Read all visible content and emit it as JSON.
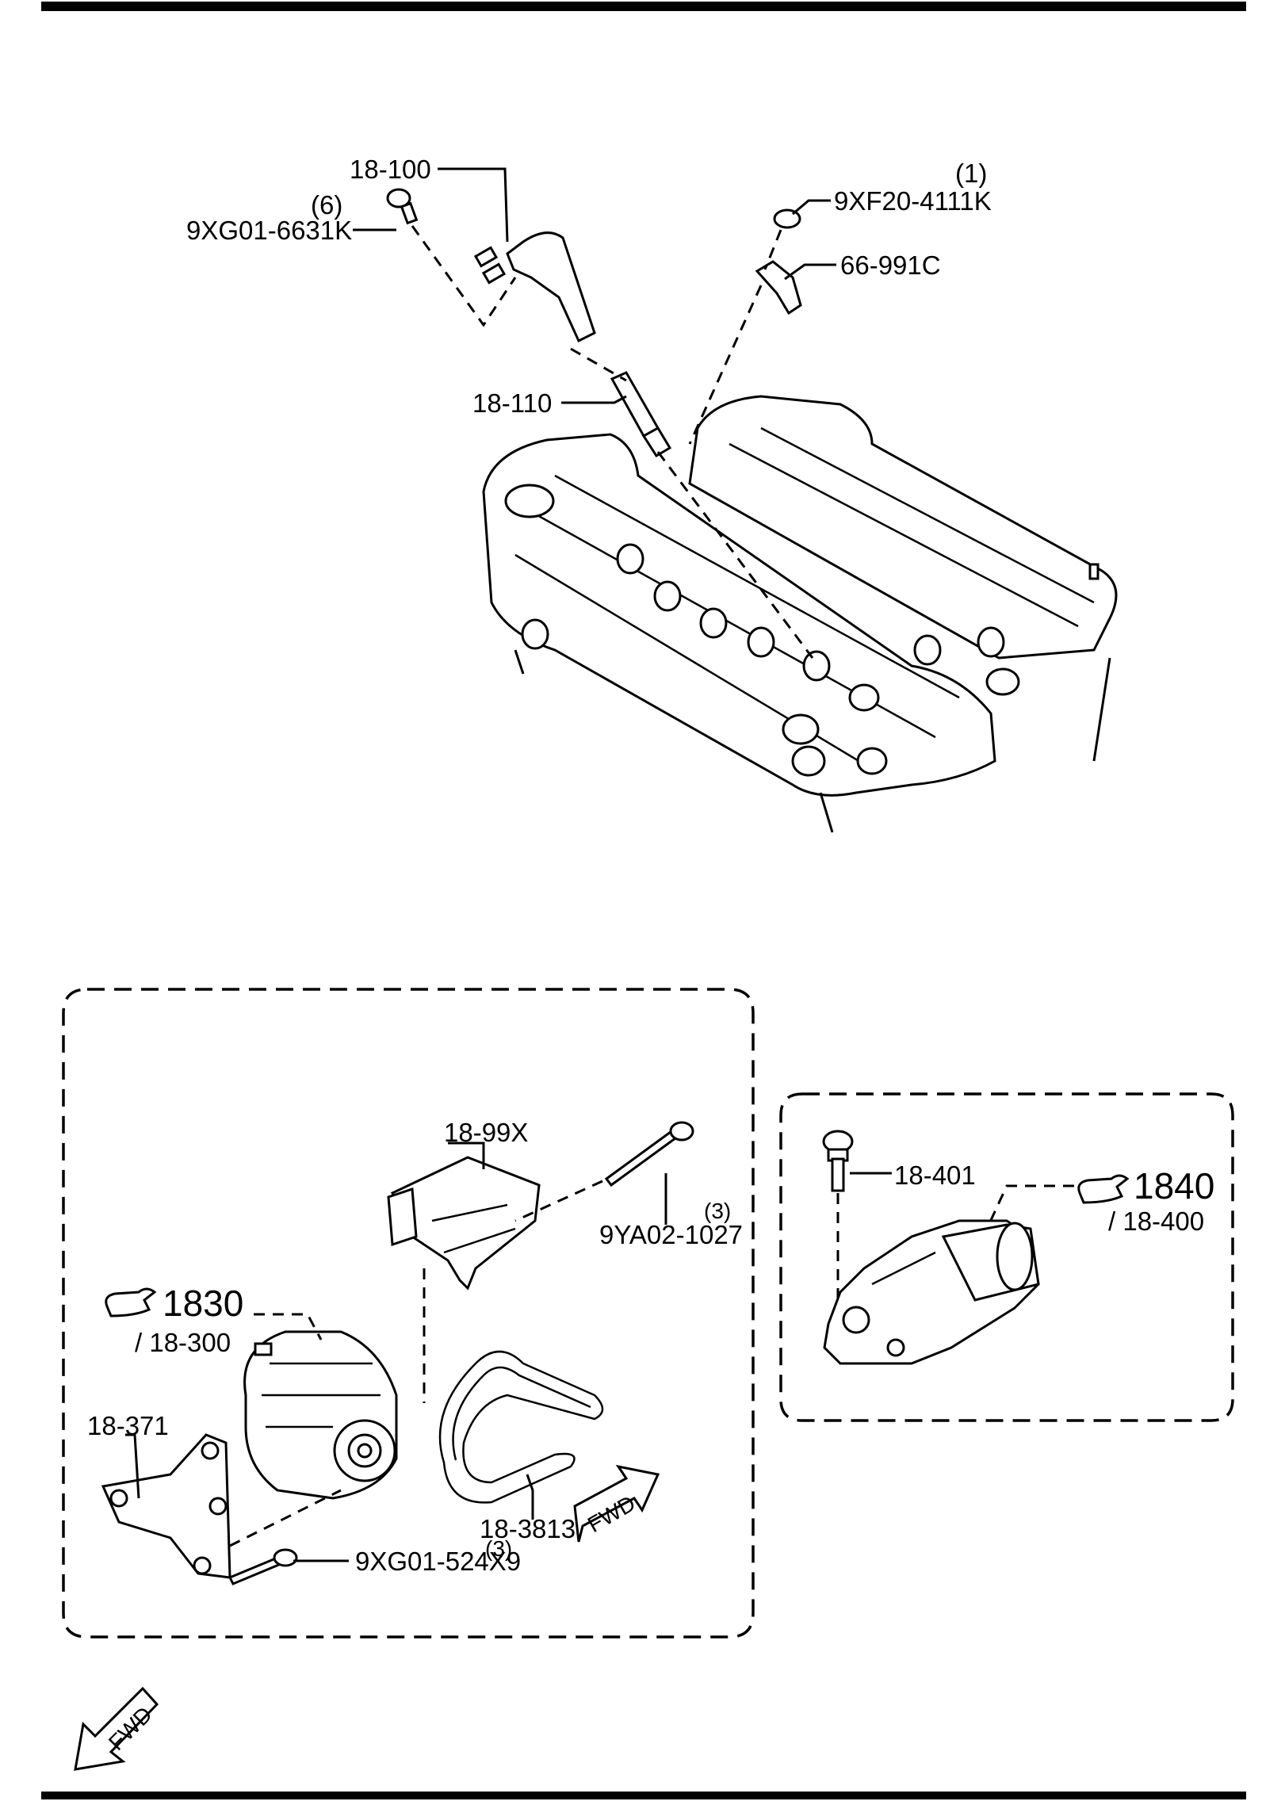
{
  "callouts": {
    "coil": {
      "part": "18-100"
    },
    "coil_bolt": {
      "qty": "(6)",
      "part": "9XG01-6631K"
    },
    "nut": {
      "qty": "(1)",
      "part": "9XF20-4111K"
    },
    "clip": {
      "part": "66-991C"
    },
    "spark_plug": {
      "part": "18-110"
    },
    "alt_cover": {
      "part": "18-99X"
    },
    "alt_bolt_long": {
      "qty": "(3)",
      "part": "9YA02-1027"
    },
    "alternator": {
      "ref": "1830",
      "sub": "/ 18-300"
    },
    "bracket": {
      "part": "18-371"
    },
    "belt": {
      "part": "18-3813"
    },
    "bracket_bolt": {
      "qty": "(3)",
      "part": "9XG01-524X9"
    },
    "starter_bolt": {
      "part": "18-401"
    },
    "starter": {
      "ref": "1840",
      "sub": "/ 18-400"
    }
  },
  "fwd_label": "FWD",
  "icons": [
    "pointing-hand-icon",
    "fwd-arrow-icon"
  ],
  "colors": {
    "ink": "#000000",
    "paper": "#ffffff"
  }
}
